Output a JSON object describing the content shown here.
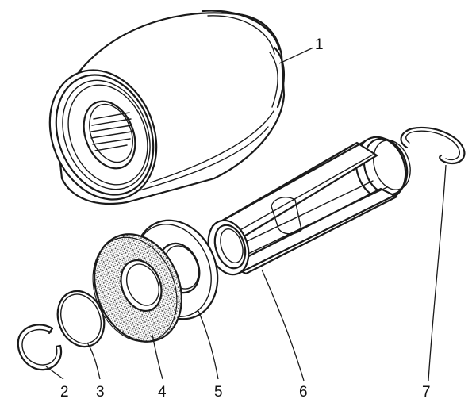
{
  "labels": {
    "l1": "1",
    "l2": "2",
    "l3": "3",
    "l4": "4",
    "l5": "5",
    "l6": "6",
    "l7": "7"
  },
  "colors": {
    "line": "#1a1a1a",
    "felt_pattern": "#555555",
    "background": "#ffffff"
  }
}
